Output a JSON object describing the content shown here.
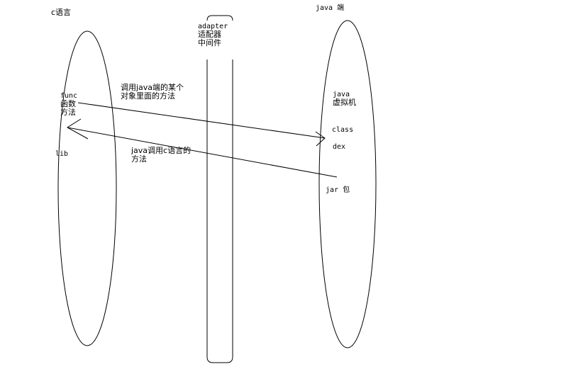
{
  "colors": {
    "background": "#ffffff",
    "stroke": "#000000",
    "text": "#000000"
  },
  "left_region": {
    "title": "c语言",
    "func": "func",
    "func_cn1": "函数",
    "func_cn2": "方法",
    "lib": "lib"
  },
  "middle_region": {
    "line1": "adapter",
    "line2": "适配器",
    "line3": "中间件"
  },
  "right_region": {
    "title": "java 端",
    "vm1": "java",
    "vm2": "虚拟机",
    "class": "class",
    "dex": "dex",
    "jar": "jar 包"
  },
  "arrows": {
    "c_to_java_line1": "调用java端的某个",
    "c_to_java_line2": "对象里面的方法",
    "java_to_c_line1": "java调用c语言的",
    "java_to_c_line2": "方法"
  }
}
